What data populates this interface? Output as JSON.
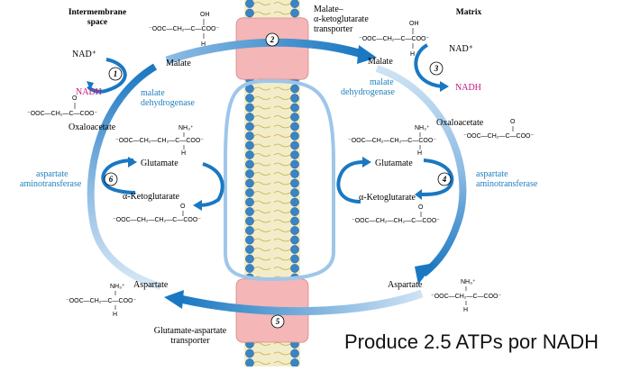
{
  "headers": {
    "ims": "Intermembrane",
    "ims2": "space",
    "matrix": "Matrix"
  },
  "transporters": {
    "mak": "Malate–",
    "mak2": "α-ketoglutarate",
    "mak3": "transporter",
    "ga": "Glutamate-aspartate",
    "ga2": "transporter"
  },
  "left": {
    "nad": "NAD⁺",
    "nadh": "NADH",
    "malate": "Malate",
    "mdh": "malate",
    "mdh2": "dehydrogenase",
    "oxaloacetate": "Oxaloacetate",
    "glutamate": "Glutamate",
    "ast": "aspartate",
    "ast2": "aminotransferase",
    "akg": "α-Ketoglutarate",
    "aspartate": "Aspartate"
  },
  "right": {
    "malate": "Malate",
    "nad": "NAD⁺",
    "nadh": "NADH",
    "mdh": "malate",
    "mdh2": "dehydrogenase",
    "oxaloacetate": "Oxaloacetate",
    "glutamate": "Glutamate",
    "ast": "aspartate",
    "ast2": "aminotransferase",
    "akg": "α-Ketoglutarate",
    "aspartate": "Aspartate"
  },
  "steps": [
    "1",
    "2",
    "3",
    "4",
    "5",
    "6"
  ],
  "formulas": {
    "malate_top": "⁻OOC—CH₂—C—COO⁻",
    "oh": "OH",
    "h": "H",
    "oxalo": "⁻OOC—CH₂—C—COO⁻",
    "o": "O",
    "glu": "⁻OOC—CH₂—CH₂—C—COO⁻",
    "nh3": "NH₃⁺",
    "akg": "⁻OOC—CH₂—CH₂—C—COO⁻",
    "asp": "⁻OOC—CH₂—C—COO⁻"
  },
  "caption": "Produce 2.5 ATPs por NADH",
  "colors": {
    "arrow": "#1a78c2",
    "arrow_light": "#cfe3f4",
    "protein": "#f4b6b6",
    "head": "#3a84c4",
    "tail": "#e8d77a"
  }
}
